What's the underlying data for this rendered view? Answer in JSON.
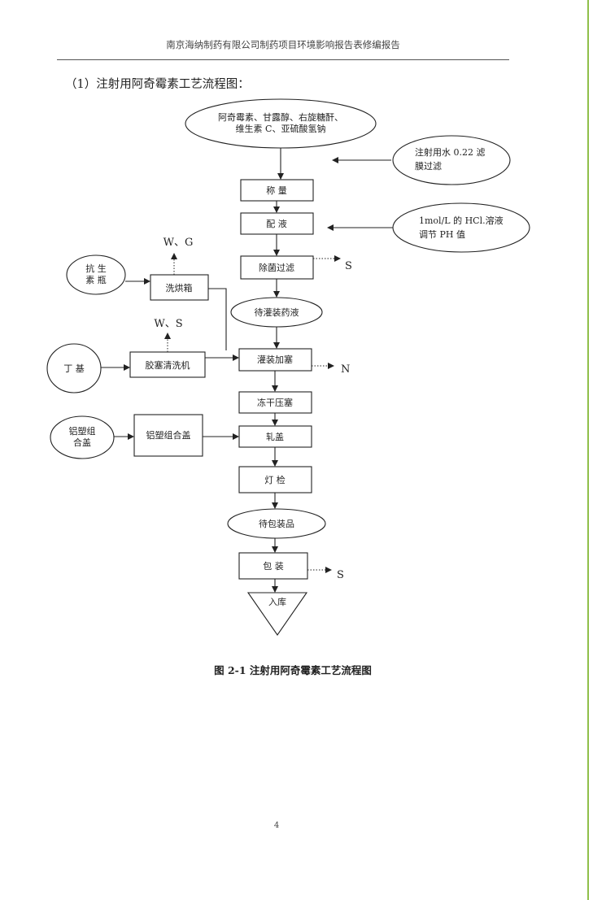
{
  "header": {
    "running_title": "南京海纳制药有限公司制药项目环境影响报告表修编报告"
  },
  "section_title": "（1）注射用阿奇霉素工艺流程图：",
  "flowchart": {
    "inputs": {
      "raw_materials": [
        "阿奇霉素、甘露醇、右旋糖酐、",
        "维生素 C、亚硫酸氢钠"
      ],
      "water": [
        "注射用水 0.22 滤",
        "膜过滤"
      ],
      "hcl": [
        "1mol/L 的 HCl.溶液",
        "调节 PH 值"
      ],
      "antibiotic_vial": [
        "抗  生",
        "素  瓶"
      ],
      "butyl": "丁 基",
      "aluminum_cap": [
        "铝塑组",
        "合盖"
      ]
    },
    "steps": {
      "weigh": "称   量",
      "mix": "配  液",
      "sterile_filter": "除菌过滤",
      "pending_liquid": "待灌装药液",
      "fill_stopper": "灌装加塞",
      "freeze_dry": "冻干压塞",
      "cap_roll": "轧盖",
      "light_inspect": "灯   检",
      "pending_pack": "待包装品",
      "pack": "包   装",
      "warehouse": "入库"
    },
    "side_processes": {
      "washer_dryer": "洗烘箱",
      "stopper_washer": "胶塞清洗机",
      "cap_assembly": "铝塑组合盖"
    },
    "emissions": {
      "washer_dryer": "W、G",
      "stopper_washer": "W、S",
      "sterile_filter": "S",
      "fill_stopper": "N",
      "pack": "S"
    }
  },
  "caption": "图 2-1  注射用阿奇霉素工艺流程图",
  "page_number": "4"
}
